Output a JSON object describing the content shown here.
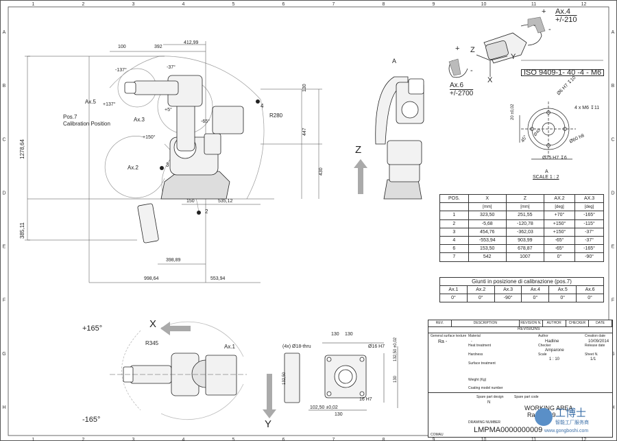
{
  "frame": {
    "col_numbers": [
      "1",
      "2",
      "3",
      "4",
      "5",
      "6",
      "7",
      "8",
      "9",
      "10",
      "11",
      "12"
    ],
    "row_letters": [
      "A",
      "B",
      "C",
      "D",
      "E",
      "F",
      "G",
      "H"
    ]
  },
  "side_view": {
    "dims_top": [
      "100",
      "392",
      "412,99"
    ],
    "angles": [
      "-137°",
      "+137°",
      "-37°",
      "-65°",
      "+150°",
      "+5°"
    ],
    "axis_labels": [
      "Ax.5",
      "Ax.3",
      "Ax.2"
    ],
    "pos7_label_line1": "Pos.7",
    "pos7_label_line2": "Calibration Position",
    "radius": "R280",
    "dims_right": [
      "130",
      "447",
      "430"
    ],
    "dims_left": [
      "1278,64",
      "385,11"
    ],
    "dims_bottom": [
      "150",
      "535,12",
      "398,89",
      "998,64",
      "553,94"
    ],
    "point_labels": [
      "4",
      "2",
      "3"
    ]
  },
  "front_view": {
    "label_a": "A",
    "axis_z": "Z"
  },
  "iso_view": {
    "ax4_label": "Ax.4",
    "ax4_range": "+/-210",
    "ax6_label": "Ax.6",
    "ax6_range": "+/-2700",
    "plus": "+",
    "minus": "-",
    "axis_x": "X",
    "axis_y": "Y",
    "axis_z": "Z",
    "iso_ref": "ISO 9409-1- 40 -4 - M6"
  },
  "flange_detail": {
    "dims": [
      "20 ±0,02",
      "Ø6 H7 ↧10",
      "4 x M6 ↧11",
      "45°",
      "Ø60 h8",
      "Ø25 H7 ↧6",
      "Ø40"
    ],
    "caption_letter": "A",
    "caption_scale": "SCALE 1 : 2"
  },
  "pos_table": {
    "headers": [
      "POS.",
      "X",
      "Z",
      "AX.2",
      "AX.3"
    ],
    "units": [
      "",
      "[mm]",
      "[mm]",
      "[deg]",
      "[deg]"
    ],
    "rows": [
      [
        "1",
        "323,50",
        "251,55",
        "+70°",
        "-165°"
      ],
      [
        "2",
        "-5,68",
        "-120,78",
        "+150°",
        "-115°"
      ],
      [
        "3",
        "454,76",
        "-362,03",
        "+150°",
        "-37°"
      ],
      [
        "4",
        "-553,94",
        "903,99",
        "-65°",
        "-37°"
      ],
      [
        "6",
        "153,50",
        "678,87",
        "-65°",
        "-165°"
      ],
      [
        "7",
        "542",
        "1007",
        "0°",
        "-90°"
      ]
    ]
  },
  "calib_table": {
    "title": "Giunti in posizione di calibrazione (pos.7)",
    "headers": [
      "Ax.1",
      "Ax.2",
      "Ax.3",
      "Ax.4",
      "Ax.5",
      "Ax.6"
    ],
    "values": [
      "0°",
      "0°",
      "-90°",
      "0°",
      "0°",
      "0°"
    ]
  },
  "top_view": {
    "angle_plus": "+165°",
    "angle_minus": "-165°",
    "radius": "R345",
    "axis_label": "Ax.1",
    "axis_x": "X",
    "axis_y": "Y"
  },
  "base_view": {
    "holes": "(4x) Ø18-thru",
    "dims_top": [
      "130",
      "130"
    ],
    "pin": "Ø16 H7",
    "dims_right": [
      "132,50 ±0,02",
      "130",
      "132,50"
    ],
    "pin_bottom": "16 H7",
    "dims_bottom": [
      "102,50 ±0,02",
      "130"
    ]
  },
  "title_block": {
    "revisions_title": "REVISIONS",
    "revisions_headers": [
      "REV.",
      "DESCRIPTION",
      "REVISION N.",
      "AUTHOR",
      "CHECKER",
      "DATE"
    ],
    "surface_texture": "General surface texture",
    "ra": "Ra -",
    "material_label": "Material",
    "material_value": "-",
    "author_label": "Author",
    "author_value": "Hadline",
    "creation_label": "Creation date",
    "creation_value": "10/09/2014",
    "heat_label": "Heat treatment",
    "checker_label": "Checker",
    "checker_value": "Amparone",
    "release_label": "Release date",
    "hardness_label": "Hardness",
    "scale_label": "Scale",
    "scale_value": "1 : 10",
    "sheet_label": "Sheet N.",
    "sheet_value": "1/1",
    "surface_label": "Surface treatment",
    "coating_label": "Coating model number",
    "weight_label": "Weight (Kg)",
    "spare_label": "Spare part design",
    "spare_value": "N",
    "spare_code_label": "Spare part code",
    "drawing_title_line1": "WORKING AREA",
    "drawing_title_line2": "Racer 999",
    "drawing_number_label": "DRAWING NUMBER",
    "drawing_number": "LMPMA0000000009",
    "company": "COMAU",
    "watermark_title": "工博士",
    "watermark_sub": "智能工厂服务商",
    "watermark_url": "www.gongboshi.com"
  }
}
